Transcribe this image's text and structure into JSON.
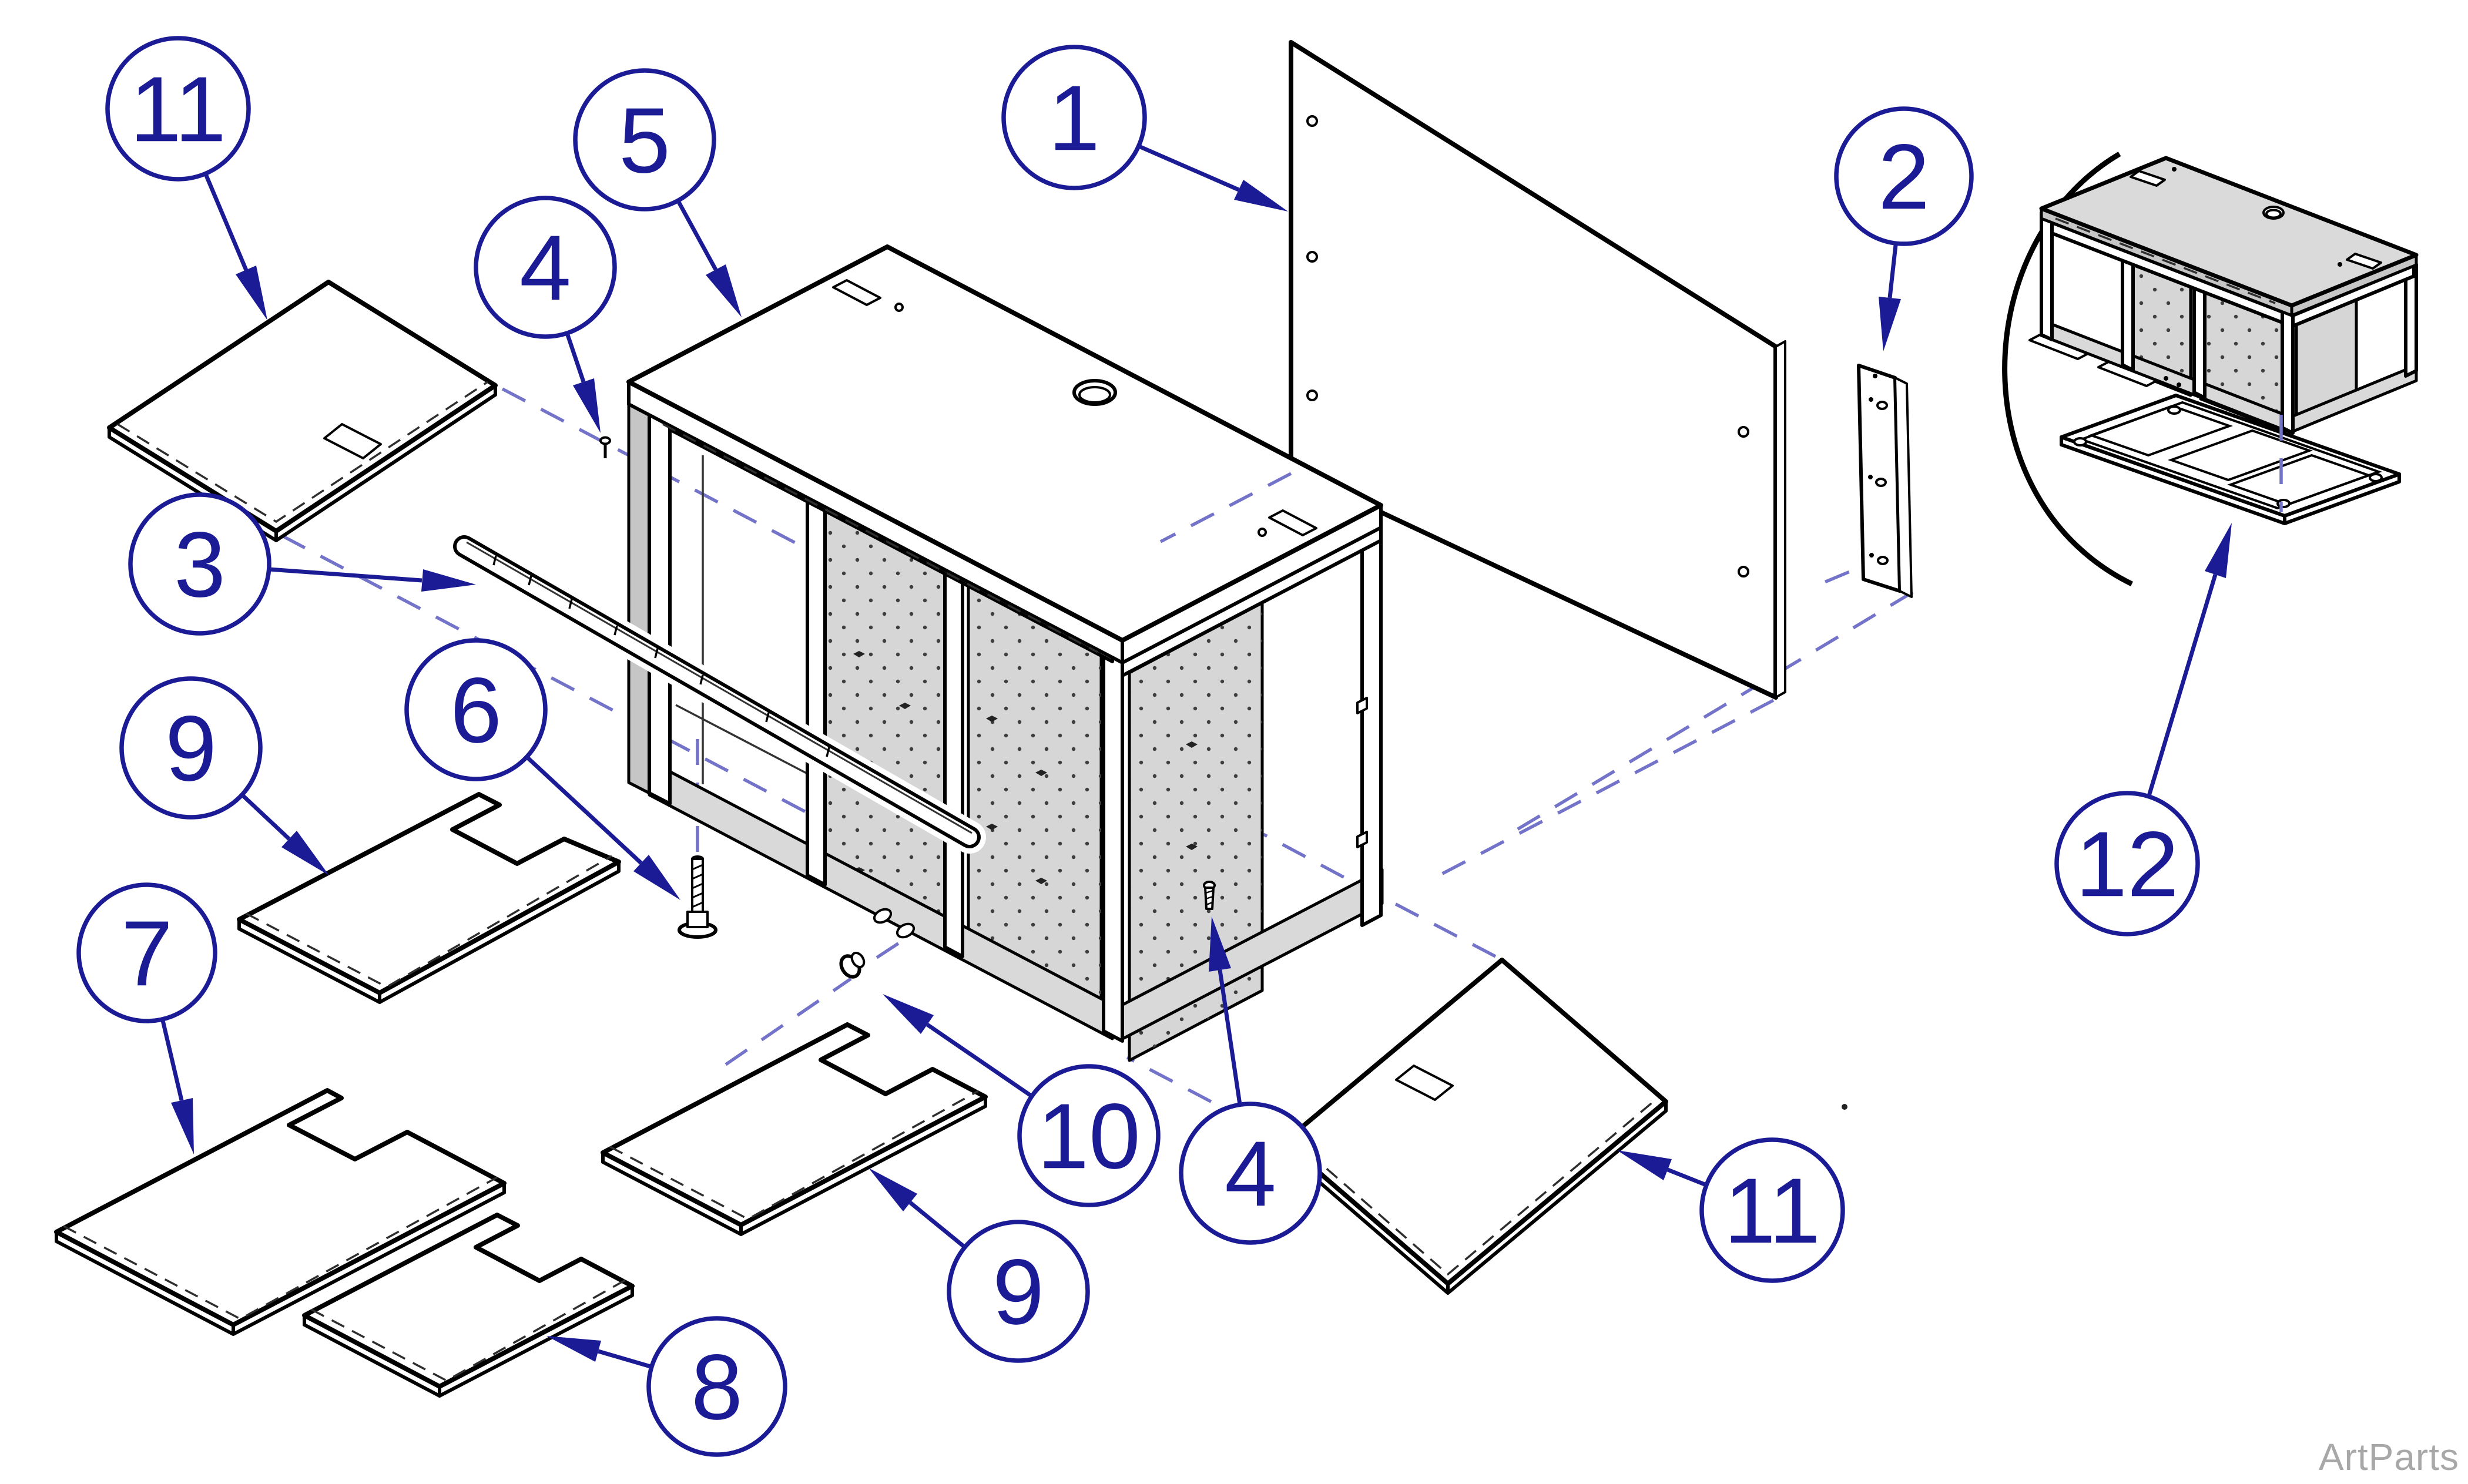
{
  "diagram_type": "exploded-parts-diagram",
  "watermark": {
    "text": "ArtParts"
  },
  "callouts": [
    {
      "id": "11-top-left",
      "label": "11"
    },
    {
      "id": "4-upper",
      "label": "4"
    },
    {
      "id": "5-top-panel",
      "label": "5"
    },
    {
      "id": "1-back-panel",
      "label": "1"
    },
    {
      "id": "2-filler-strip",
      "label": "2"
    },
    {
      "id": "3-rail",
      "label": "3"
    },
    {
      "id": "9-left",
      "label": "9"
    },
    {
      "id": "6-screw",
      "label": "6"
    },
    {
      "id": "7-panel",
      "label": "7"
    },
    {
      "id": "12-base-plate",
      "label": "12"
    },
    {
      "id": "10-plug",
      "label": "10"
    },
    {
      "id": "4-lower",
      "label": "4"
    },
    {
      "id": "9-lower",
      "label": "9"
    },
    {
      "id": "8-panel",
      "label": "8"
    },
    {
      "id": "11-lower-right",
      "label": "11"
    }
  ],
  "colors": {
    "callout_blue": "#1b1b96",
    "assembly_dash": "#7373c9",
    "part_outline": "#000000",
    "panel_gray": "#d6d6d6",
    "watermark_gray": "#a8a8a8",
    "background": "#ffffff"
  }
}
